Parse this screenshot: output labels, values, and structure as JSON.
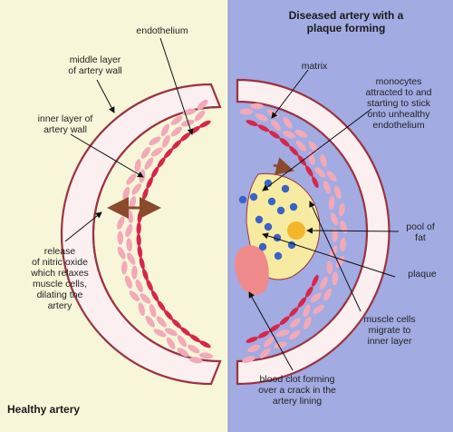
{
  "colors": {
    "healthy_bg": "#F8F6D9",
    "diseased_bg": "#A2ABE2",
    "wall_fill": "#FCEFF0",
    "wall_edge": "#9B3241",
    "muscle_cell": "#F2A9B8",
    "endothelium": "#D7264A",
    "plaque_fill": "#F6EBA0",
    "fat_pool": "#F3B62A",
    "monocyte": "#3A62C7",
    "clot": "#F08B8B",
    "arrow": "#8B4A2C"
  },
  "healthy": {
    "title": "Healthy artery",
    "labels": {
      "endothelium": "endothelium",
      "middle_layer": "middle layer\nof artery wall",
      "inner_layer": "inner layer of\nartery wall",
      "nitric_oxide": "release\nof nitric oxide\nwhich relaxes\nmuscle cells,\ndilating the\nartery"
    }
  },
  "diseased": {
    "title": "Diseased artery with a\nplaque forming",
    "labels": {
      "matrix": "matrix",
      "monocytes": "monocytes\nattracted to and\nstarting to stick\nonto unhealthy\nendothelium",
      "pool_of_fat": "pool of\nfat",
      "plaque": "plaque",
      "muscle_cells": "muscle cells\nmigrate to\ninner layer",
      "blood_clot": "blood clot forming\nover a crack in the\nartery lining"
    }
  }
}
